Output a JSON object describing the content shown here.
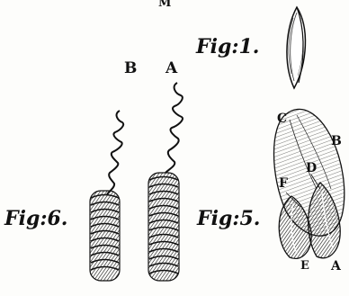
{
  "plate": {
    "top_letter": "M",
    "fig1": {
      "title": "Fig:1."
    },
    "fig5": {
      "title": "Fig:5.",
      "labels": {
        "a": "A",
        "b": "B",
        "c": "C",
        "d": "D",
        "e": "E",
        "f": "F"
      }
    },
    "fig6": {
      "title": "Fig:6.",
      "labels": {
        "a": "A",
        "b": "B"
      }
    }
  },
  "colors": {
    "ink": "#111111",
    "paper": "#fdfdfb"
  }
}
